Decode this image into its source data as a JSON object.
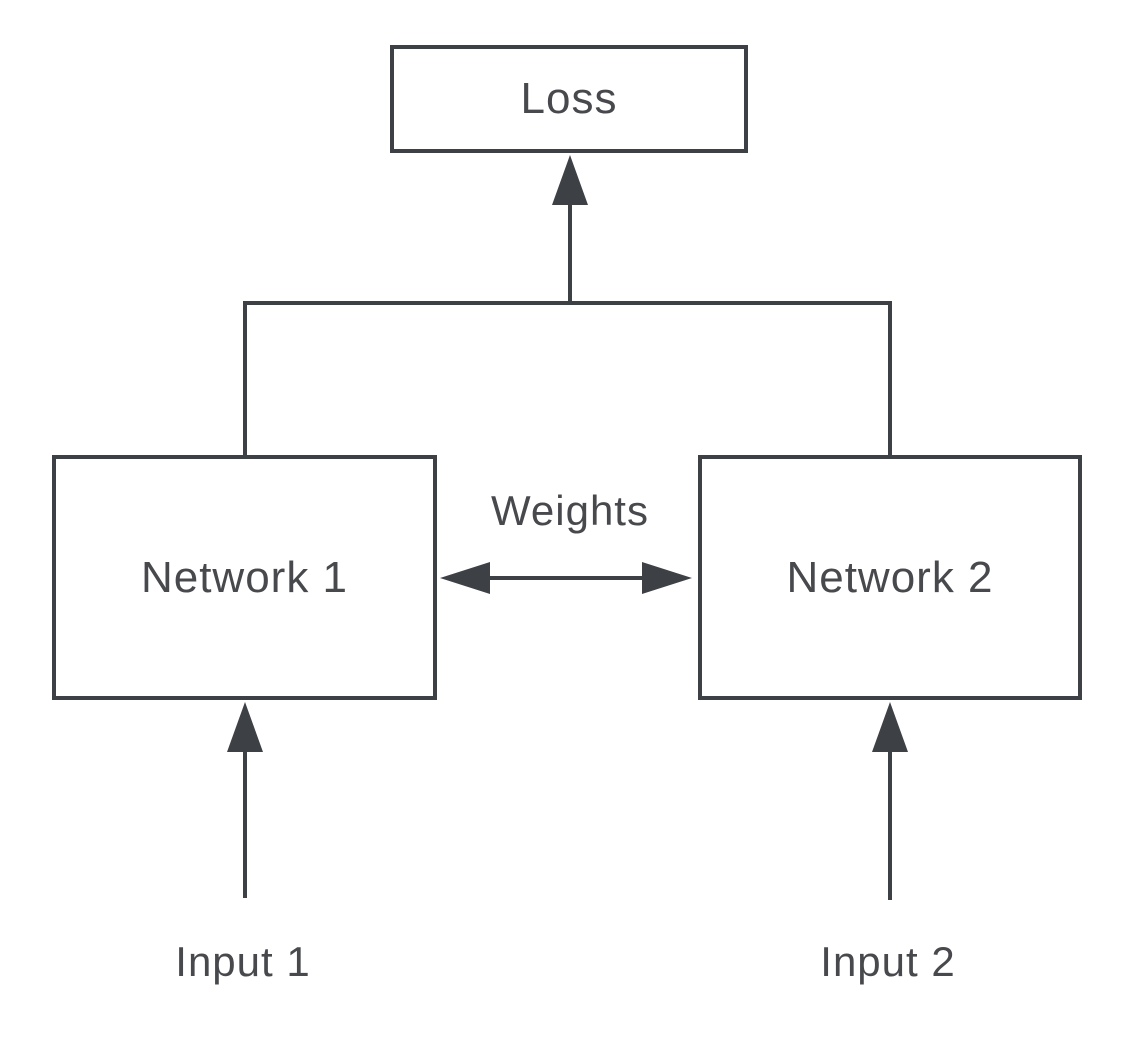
{
  "diagram": {
    "nodes": {
      "loss": {
        "label": "Loss"
      },
      "network1": {
        "label": "Network 1"
      },
      "network2": {
        "label": "Network 2"
      }
    },
    "labels": {
      "weights": "Weights",
      "input1": "Input 1",
      "input2": "Input 2"
    },
    "colors": {
      "stroke": "#3d4045",
      "text": "#47494d",
      "background": "#ffffff"
    }
  }
}
